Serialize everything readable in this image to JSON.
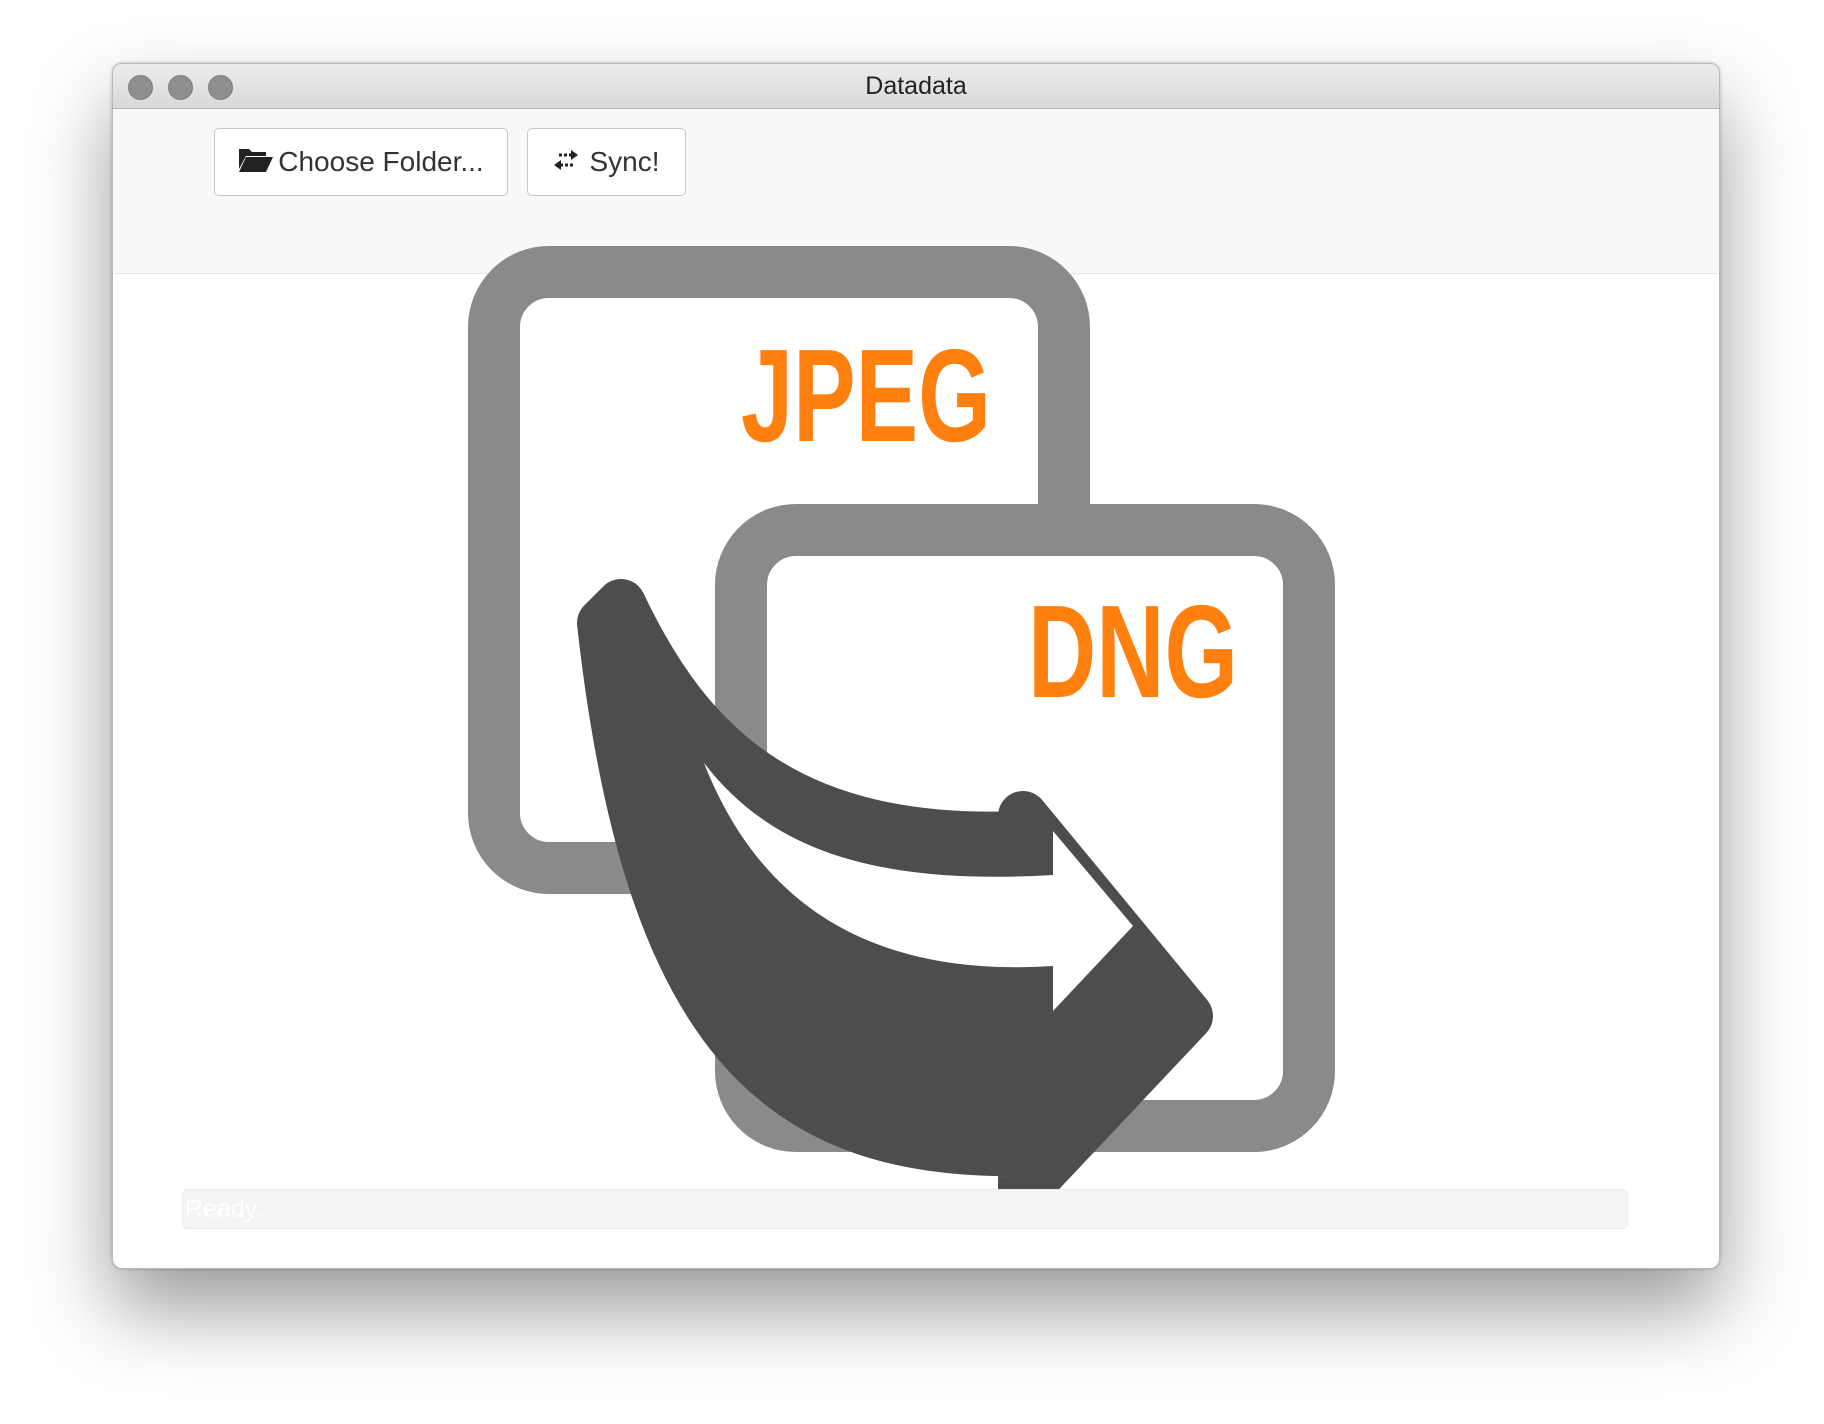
{
  "window": {
    "title": "Datadata"
  },
  "toolbar": {
    "choose_label": "Choose Folder...",
    "sync_label": "Sync!",
    "choose_icon": "folder-open-icon",
    "sync_icon": "sync-arrows-icon"
  },
  "logo": {
    "top_label": "JPEG",
    "bottom_label": "DNG",
    "accent_color": "#ff7f0f",
    "frame_color": "#8a8a8a",
    "arrow_color": "#4d4d4d"
  },
  "status": {
    "text": "Ready."
  }
}
